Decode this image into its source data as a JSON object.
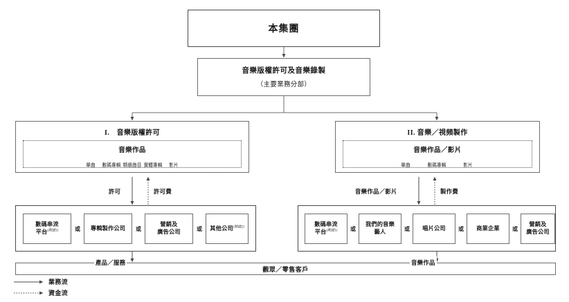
{
  "diagram": {
    "title_box": {
      "label": "本集團"
    },
    "segment_box": {
      "main": "音樂版權許可及音樂錄製",
      "note": "（主要業務分部）"
    },
    "sections": [
      {
        "id": "section-1",
        "header": "I.　音樂版權許可",
        "group_label": "音樂作品",
        "leaves": [
          "單曲",
          "數碼專輯",
          "精選曲目",
          "實體專輯",
          "影片"
        ],
        "flow_down_label": "許可",
        "flow_up_label": "許可費",
        "partners": [
          {
            "label": "數碼串流\n平台",
            "note": "(附註1)"
          },
          {
            "label": "專輯製作公司",
            "note": ""
          },
          {
            "label": "營銷及\n廣告公司",
            "note": ""
          },
          {
            "label": "其他公司",
            "note": "(附註2)"
          }
        ],
        "or_label": "或",
        "customer_flow_label": "產品／服務"
      },
      {
        "id": "section-2",
        "header": "II. 音樂／視頻製作",
        "group_label": "音樂作品／影片",
        "leaves": [
          "單曲",
          "數碼專輯",
          "影片"
        ],
        "flow_down_label": "音樂作品／影片",
        "flow_up_label": "製作費",
        "partners": [
          {
            "label": "數碼串流\n平台",
            "note": "(附註1)"
          },
          {
            "label": "我們的音樂\n藝人",
            "note": ""
          },
          {
            "label": "唱片公司",
            "note": ""
          },
          {
            "label": "商業企業",
            "note": ""
          },
          {
            "label": "營銷及\n廣告公司",
            "note": ""
          }
        ],
        "or_label": "或",
        "customer_flow_label": "音樂作品"
      }
    ],
    "customer_bar": {
      "label": "觀眾／零售客戶"
    },
    "legend": [
      {
        "type": "solid",
        "label": "業務流"
      },
      {
        "type": "dotted",
        "label": "資金流"
      }
    ],
    "colors": {
      "line": "#6e6e6e",
      "line_dark": "#4a4a4a",
      "text": "#1a1a1a",
      "background": "#ffffff"
    }
  }
}
